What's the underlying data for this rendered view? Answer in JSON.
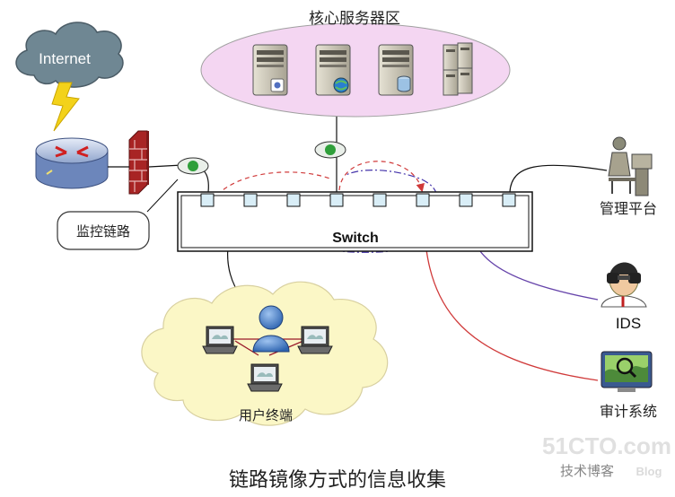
{
  "labels": {
    "server_zone": "核心服务器区",
    "internet": "Internet",
    "monitor_link": "监控链路",
    "switch": "Switch",
    "mgmt": "管理平台",
    "ids": "IDS",
    "audit": "审计系统",
    "users": "用户终端",
    "caption": "链路镜像方式的信息收集",
    "watermark_main": "51CTO.com",
    "watermark_sub": "技术博客",
    "watermark_blog": "Blog"
  },
  "colors": {
    "server_zone_fill": "#f4d6f2",
    "cloud_fill": "#fbf7c6",
    "internet_cloud": "#6f8793",
    "firewall": "#b22b2b",
    "tap": "#2f9f3a",
    "red_link": "#d03a3a",
    "purple_link": "#6644aa",
    "port_fill": "#d9eef7"
  },
  "icons": {
    "servers": [
      "server-icon",
      "web-server-icon",
      "database-server-icon",
      "server-rack-icon"
    ],
    "router": "router-icon",
    "firewall": "firewall-icon",
    "mgmt": "workstation-icon",
    "ids": "binoculars-person-icon",
    "audit": "monitor-search-icon",
    "user": "user-icon",
    "laptops": "laptop-icon"
  }
}
